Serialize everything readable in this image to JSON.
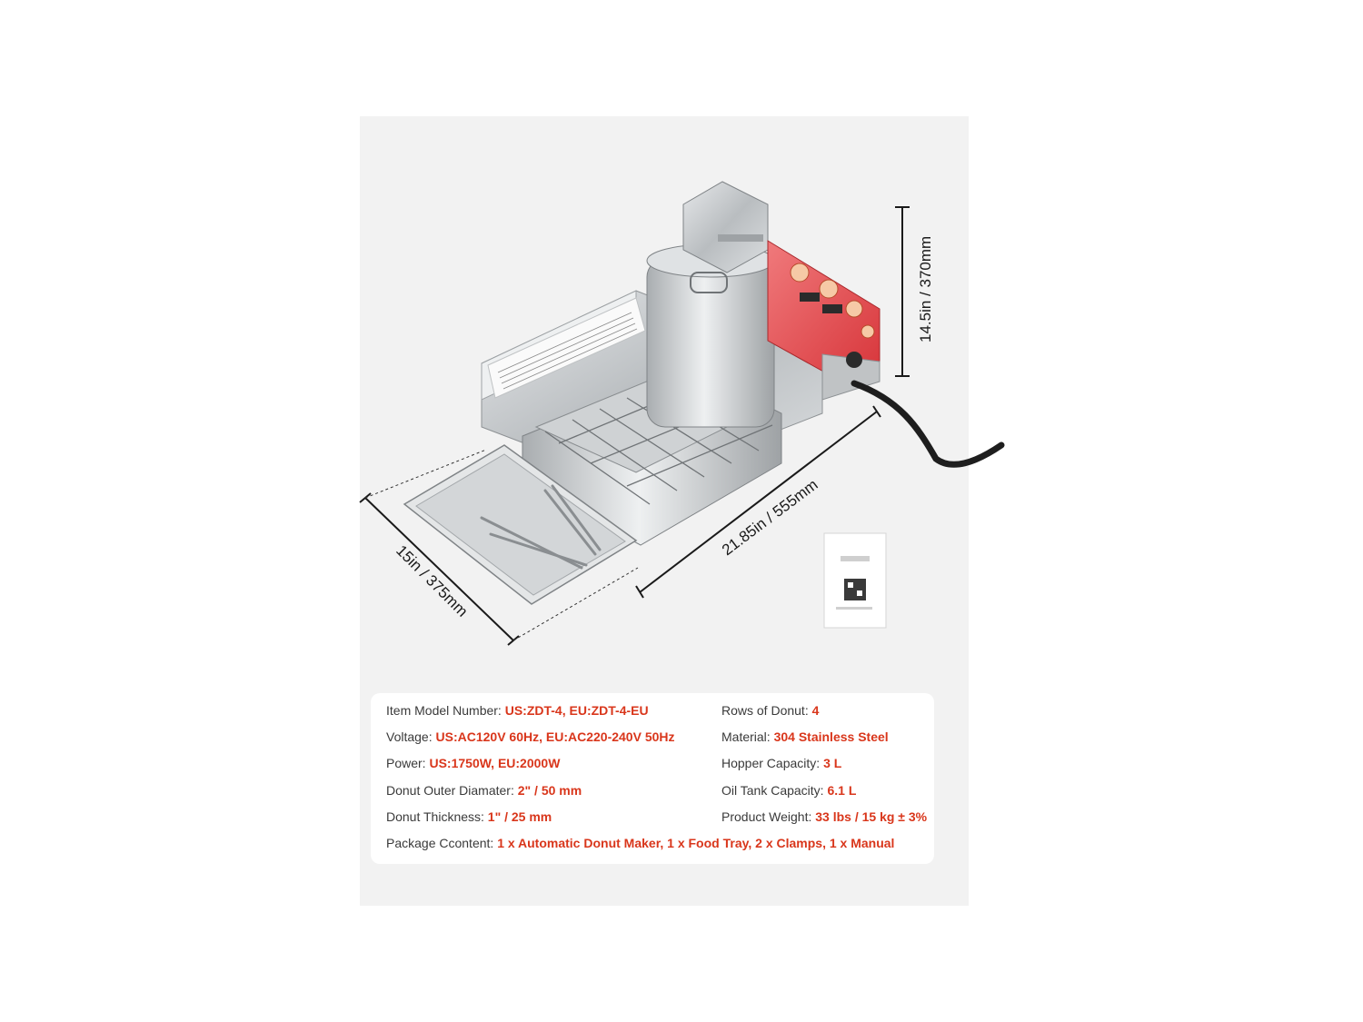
{
  "dimensions": {
    "height": "14.5in / 370mm",
    "length": "21.85in / 555mm",
    "width": "15in / 375mm"
  },
  "colors": {
    "panel_bg": "#f2f2f2",
    "accent_value": "#d9361b",
    "control_panel_red": "#e24a4f",
    "steel": "#c9ccce"
  },
  "specs": {
    "model": {
      "label": "Item Model Number:",
      "value": "US:ZDT-4, EU:ZDT-4-EU"
    },
    "voltage": {
      "label": "Voltage:",
      "value": "US:AC120V 60Hz, EU:AC220-240V 50Hz"
    },
    "power": {
      "label": "Power:",
      "value": "US:1750W, EU:2000W"
    },
    "diameter": {
      "label": "Donut Outer Diamater:",
      "value": "2\" / 50 mm"
    },
    "thickness": {
      "label": "Donut Thickness:",
      "value": "1\" / 25 mm"
    },
    "package": {
      "label": "Package Ccontent:",
      "value": "1 x Automatic Donut Maker, 1 x Food Tray, 2 x Clamps, 1 x Manual"
    },
    "rows": {
      "label": "Rows of Donut:",
      "value": "4"
    },
    "material": {
      "label": "Material:",
      "value": "304 Stainless Steel"
    },
    "hopper": {
      "label": "Hopper Capacity:",
      "value": "3 L"
    },
    "oil_tank": {
      "label": "Oil Tank Capacity:",
      "value": "6.1 L"
    },
    "weight": {
      "label": "Product Weight:",
      "value": "33 lbs / 15 kg ± 3%"
    }
  }
}
